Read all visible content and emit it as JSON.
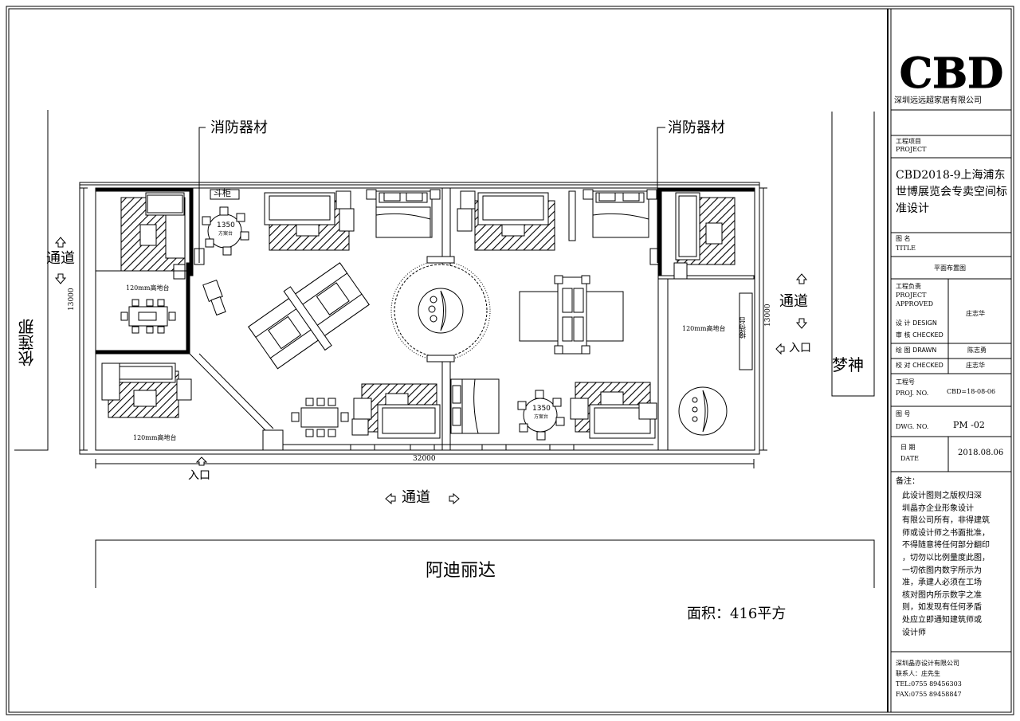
{
  "labels": {
    "fire_equipment": "消防器材",
    "dou_gui": "斗柜",
    "table_1350": "1350",
    "table_sub": "方案台",
    "platform_120_a": "120mm高地台",
    "platform_120_b": "120mm高地台",
    "platform_120_c": "120mm高地台",
    "reception_desk": "接待台",
    "entrance": "入口",
    "corridor": "通道",
    "dim_width": "32000",
    "dim_height": "13000"
  },
  "neighbors": {
    "left": "依莲那",
    "right": "梦神",
    "bottom": "阿迪丽达"
  },
  "area_label": "面积：416平方",
  "title_block": {
    "logo": "CBD",
    "company": "深圳远远超家居有限公司",
    "project_label_cn": "工程项目",
    "project_label_en": "PROJECT",
    "project_name": "CBD2018-9上海浦东世博展览会专卖空间标准设计",
    "title_label_cn": "图 名",
    "title_label_en": "TITLE",
    "title_value": "平面布置图",
    "approved_label_cn": "工程负责",
    "approved_label_en1": "PROJECT",
    "approved_label_en2": "APPROVED",
    "approved_value": "庄志华",
    "design_label": "设 计 DESIGN",
    "checked_label": "审 核 CHECKED",
    "drawn_label": "绘 图 DRAWN",
    "drawn_value": "陈志勇",
    "checked2_label": "校 对 CHECKED",
    "checked2_value": "庄志华",
    "proj_no_label_cn": "工程号",
    "proj_no_label_en": "PROJ. NO.",
    "proj_no_value": "CBD=18-08-06",
    "dwg_no_label_cn": "图 号",
    "dwg_no_label_en": "DWG. NO.",
    "dwg_no_value": "PM -02",
    "date_label_cn": "日 期",
    "date_label_en": "DATE",
    "date_value": "2018.08.06",
    "notes_label": "备注：",
    "notes": [
      "此设计图则之版权归深",
      "圳晶亦企业形象设计",
      "有限公司所有，非得建筑",
      "师或设计师之书面批准，",
      "不得随意将任何部分翻印",
      "，切勿以比例量度此图，",
      "一切依图内数字所示为",
      "准，承建人必须在工场",
      "核对图内所示数字之准",
      "则，如发现有任何矛盾",
      "处应立即通知建筑师或",
      "设计师"
    ],
    "footer_company": "深圳晶亦设计有限公司",
    "footer_contact": "联系人：庄先生",
    "footer_tel": "TEL:0755 89456303",
    "footer_fax": "FAX:0755 89458847"
  }
}
